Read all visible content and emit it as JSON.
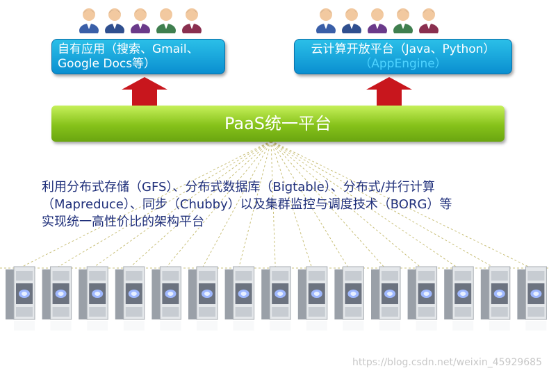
{
  "boxes": {
    "left": {
      "line1": "自有应用（搜索、Gmail、",
      "line2": "Google Docs等）"
    },
    "right": {
      "line1": "云计算开放平台（Java、Python）",
      "line2": "（AppEngine）"
    }
  },
  "platform": {
    "label": "PaaS统一平台"
  },
  "description": {
    "line1": "利用分布式存储（GFS）、分布式数据库（Bigtable）、分布式/并行计算",
    "line2": "（Mapreduce）、同步（Chubby）以及集群监控与调度技术（BORG）等",
    "line3": "实现统一高性价比的架构平台"
  },
  "watermark": "https://blog.csdn.net/weixin_45929685",
  "colors": {
    "box": "#1aa7de",
    "platform": "#8cc63f",
    "arrow": "#c8161d",
    "description_text": "#1f2f7a"
  },
  "icons": {
    "users": "user-avatar-icon",
    "servers": "server-tower-icon"
  }
}
